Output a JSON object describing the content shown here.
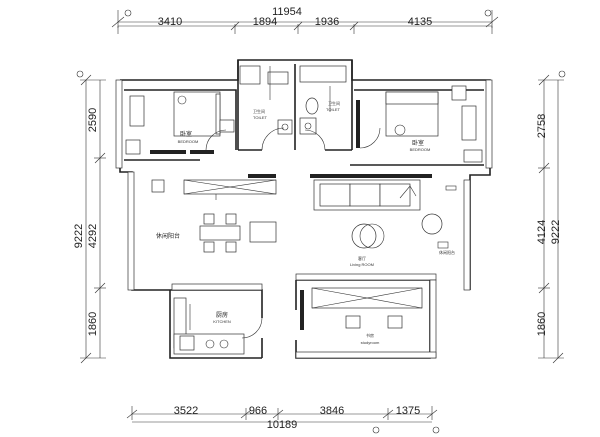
{
  "dimensions": {
    "top_total": "11954",
    "top_segments": [
      "3410",
      "1894",
      "1936",
      "4135"
    ],
    "bottom_total": "10189",
    "bottom_segments": [
      "3522",
      "966",
      "3846",
      "1375"
    ],
    "left_total": "9222",
    "left_segments": [
      "2590",
      "4292",
      "1860"
    ],
    "right_total": "9222",
    "right_segments": [
      "2758",
      "4124",
      "1860"
    ]
  },
  "rooms": {
    "bedroom_left": {
      "cn": "卧室",
      "en": "BEDROOM"
    },
    "bedroom_right": {
      "cn": "卧室",
      "en": "BEDROOM"
    },
    "toilet_left": {
      "cn": "卫生间",
      "en": "TOILET"
    },
    "toilet_right": {
      "cn": "卫生间",
      "en": "TOILET"
    },
    "balcony_left": {
      "cn": "休闲阳台"
    },
    "balcony_right": {
      "cn": "休闲阳台"
    },
    "living": {
      "cn": "客厅",
      "en": "Living ROOM"
    },
    "kitchen": {
      "cn": "厨房",
      "en": "KITCHEN"
    },
    "study": {
      "cn": "书房",
      "en": "studyroom"
    }
  }
}
